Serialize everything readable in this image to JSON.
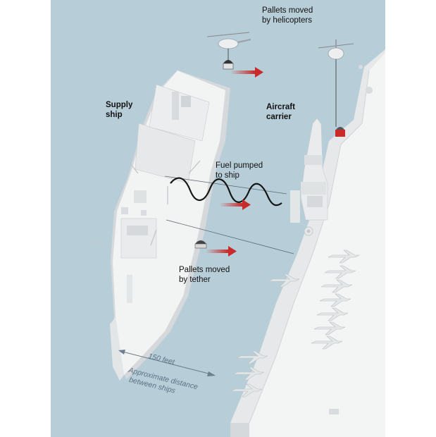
{
  "labels": {
    "supply_ship_line1": "Supply",
    "supply_ship_line2": "ship",
    "aircraft_carrier_line1": "Aircraft",
    "aircraft_carrier_line2": "carrier",
    "helicopters_line1": "Pallets moved",
    "helicopters_line2": "by helicopters",
    "fuel_line1": "Fuel pumped",
    "fuel_line2": "to ship",
    "tether_line1": "Pallets moved",
    "tether_line2": "by tether",
    "distance_value": "150 feet",
    "distance_note_line1": "Approximate distance",
    "distance_note_line2": "between ships"
  },
  "colors": {
    "water": "#b7cdd8",
    "ship": "#f1f2f2",
    "ship_shade": "#d3d6d8",
    "arrow": "#c92a2a",
    "text": "#111111",
    "note": "#5d7283"
  }
}
